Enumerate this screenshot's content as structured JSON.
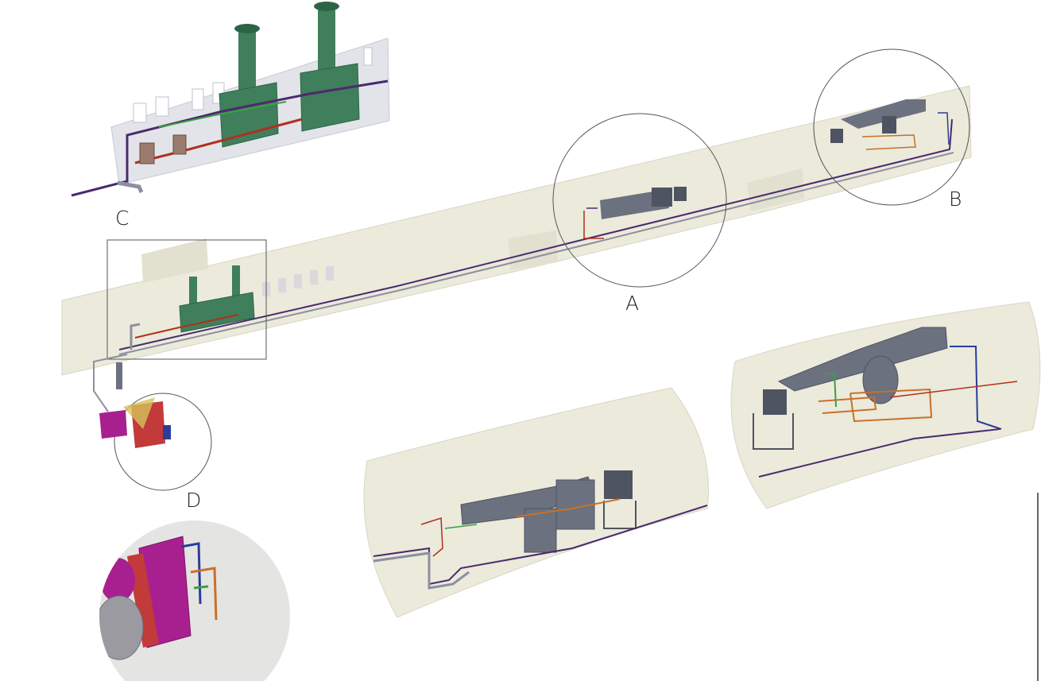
{
  "labels": {
    "a": "A",
    "b": "B",
    "c": "C",
    "d": "D"
  },
  "colors": {
    "tunnel_fill": "#ebeadb",
    "tunnel_stroke": "#d8d7c6",
    "equipment_gray": "#6c7180",
    "equipment_dark": "#4f5462",
    "stack_green": "#3f7f5c",
    "stack_green_dark": "#2e6446",
    "pipe_purple": "#4a2a6e",
    "pipe_blue": "#2a3d9a",
    "pipe_red": "#b0301e",
    "pipe_orange": "#c8702a",
    "pipe_green": "#3aa040",
    "magenta_unit": "#a8208f",
    "red_unit": "#c23a3a",
    "glass_gray": "#d9dadf",
    "outline": "#555555"
  }
}
